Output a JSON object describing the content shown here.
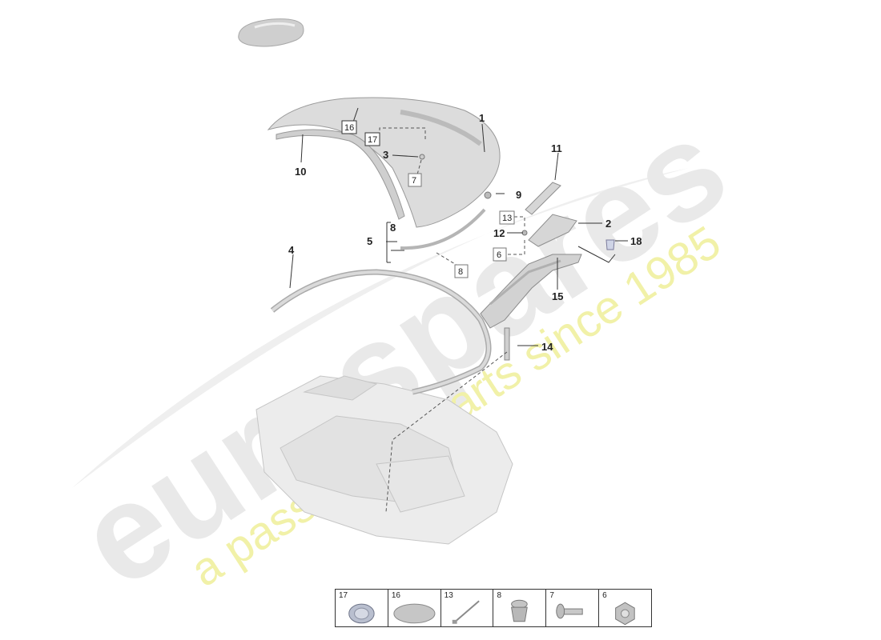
{
  "watermark": {
    "brand": "eurospares",
    "tagline": "a passion for parts since 1985"
  },
  "labels": {
    "n1": "1",
    "n2": "2",
    "n3": "3",
    "n4": "4",
    "n5": "5",
    "n8": "8",
    "n9": "9",
    "n10": "10",
    "n11": "11",
    "n12": "12",
    "n14": "14",
    "n15": "15",
    "n18": "18"
  },
  "boxed_labels": {
    "b16": "16",
    "b17": "17",
    "b7": "7",
    "b13": "13",
    "b6": "6",
    "b8": "8"
  },
  "legend": [
    {
      "num": "17",
      "icon": "grommet-icon"
    },
    {
      "num": "16",
      "icon": "foam-pad-icon"
    },
    {
      "num": "13",
      "icon": "cable-tie-icon"
    },
    {
      "num": "8",
      "icon": "expansion-clip-icon"
    },
    {
      "num": "7",
      "icon": "bolt-icon"
    },
    {
      "num": "6",
      "icon": "flange-nut-icon"
    }
  ],
  "colors": {
    "part_fill": "#dcdcdc",
    "part_stroke": "#9a9a9a",
    "watermark_main": "#e9e9e9",
    "watermark_sub": "#f1f1a8",
    "line": "#333333"
  }
}
